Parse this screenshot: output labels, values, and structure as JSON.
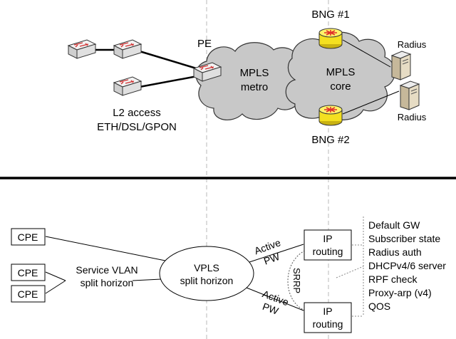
{
  "top": {
    "pe_label": "PE",
    "bng1_label": "BNG #1",
    "bng2_label": "BNG #2",
    "radius1_label": "Radius",
    "radius2_label": "Radius",
    "metro_cloud": {
      "line1": "MPLS",
      "line2": "metro"
    },
    "core_cloud": {
      "line1": "MPLS",
      "line2": "core"
    },
    "access_label": {
      "line1": "L2 access",
      "line2": "ETH/DSL/GPON"
    }
  },
  "bottom": {
    "cpe_boxes": [
      "CPE",
      "CPE",
      "CPE"
    ],
    "service_vlan": {
      "line1": "Service VLAN",
      "line2": "split horizon"
    },
    "vpls": {
      "line1": "VPLS",
      "line2": "split horizon"
    },
    "active_pw_top": {
      "line1": "Active",
      "line2": "PW"
    },
    "active_pw_bottom": {
      "line1": "Active",
      "line2": "PW"
    },
    "srrp_label": "SRRP",
    "ip_routing_top": {
      "line1": "IP",
      "line2": "routing"
    },
    "ip_routing_bottom": {
      "line1": "IP",
      "line2": "routing"
    },
    "features": [
      "Default GW",
      "Subscriber state",
      "Radius auth",
      "DHCPv4/6 server",
      "RPF check",
      "Proxy-arp (v4)",
      "QOS"
    ]
  },
  "colors": {
    "cloud_fill": "#c8c8c8",
    "bng_yellow": "#f4e020",
    "router_arrow": "#e0302a",
    "divider": "#000000",
    "guide_dash": "#b8b8b8"
  }
}
